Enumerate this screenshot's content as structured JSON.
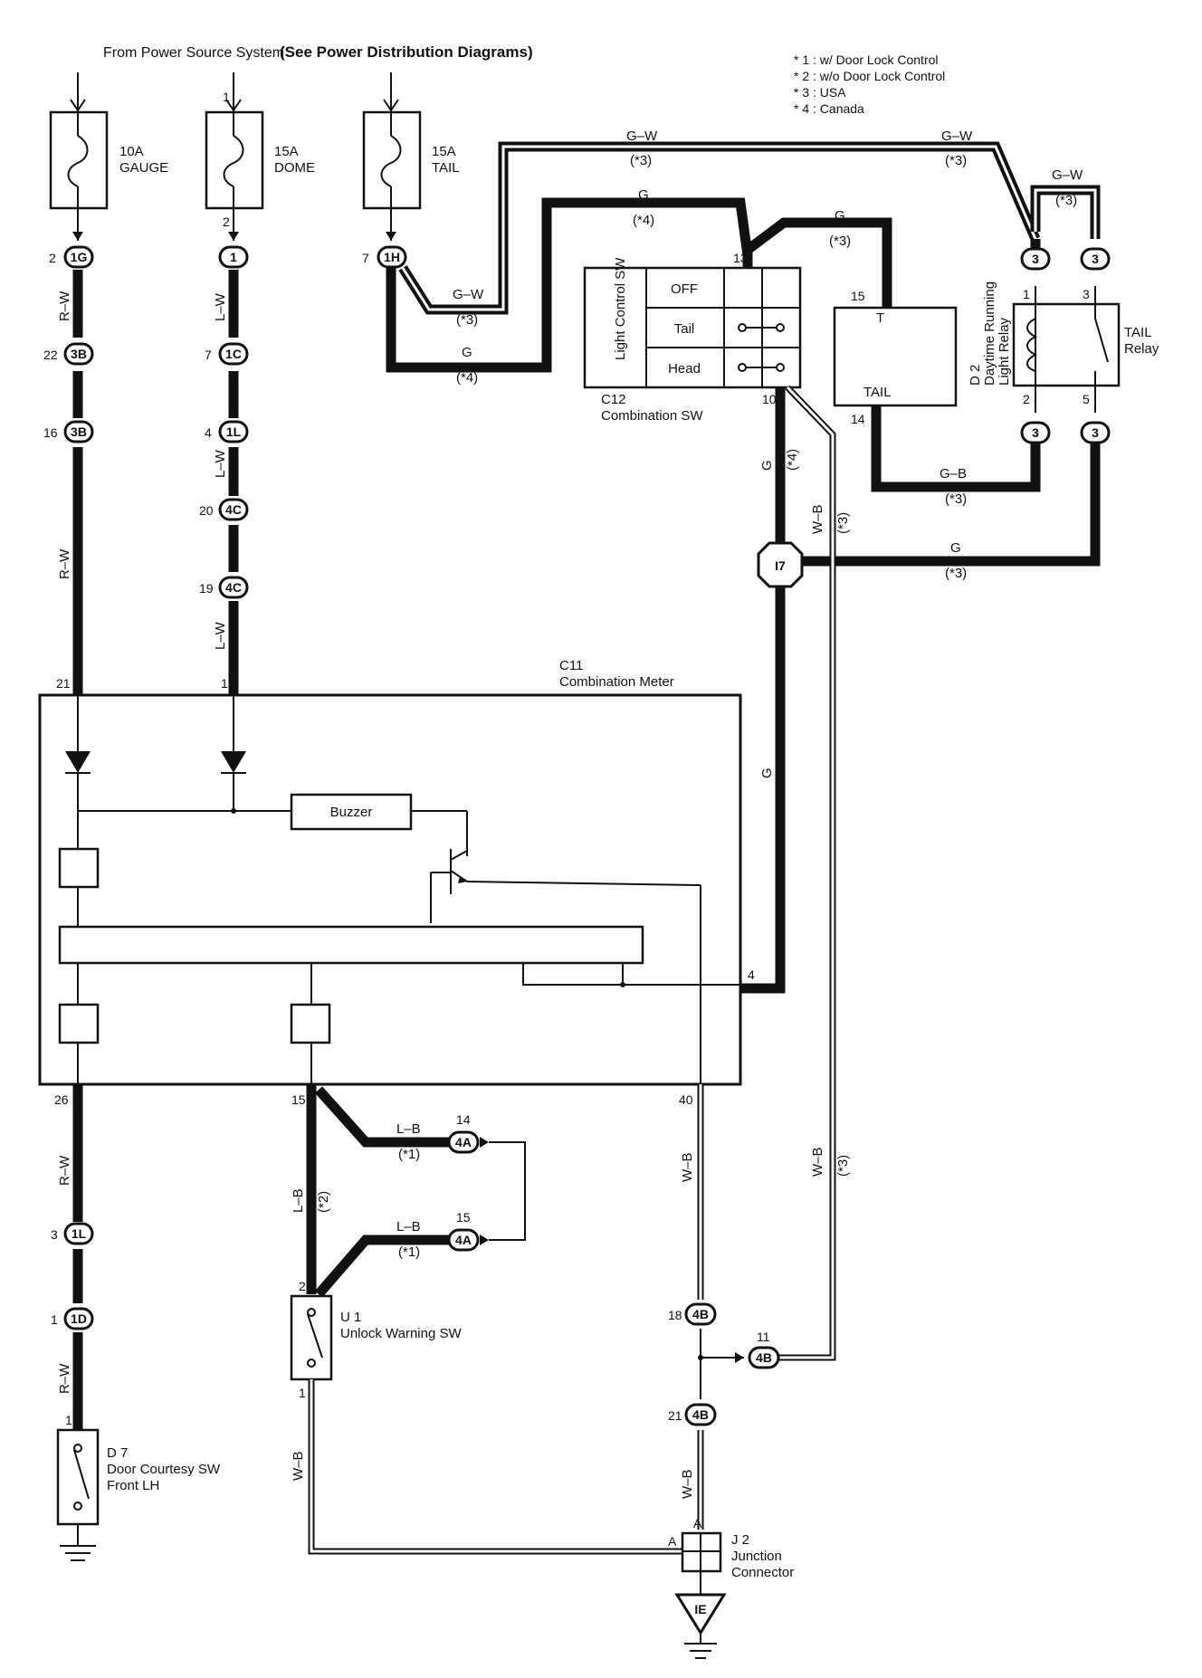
{
  "header": {
    "source_prefix": "From Power Source System",
    "source_ref": "(See Power Distribution Diagrams)"
  },
  "notes": [
    "* 1 : w/ Door Lock Control",
    "* 2 : w/o Door Lock Control",
    "* 3 : USA",
    "* 4 : Canada"
  ],
  "fuses": {
    "gauge": {
      "rating": "10A",
      "name": "GAUGE"
    },
    "dome": {
      "rating": "15A",
      "name": "DOME"
    },
    "tail": {
      "rating": "15A",
      "name": "TAIL"
    }
  },
  "connectors": {
    "1G": "1G",
    "1": "1",
    "1H": "1H",
    "3B": "3B",
    "1C": "1C",
    "1L": "1L",
    "4C": "4C",
    "3": "3",
    "I7": "I7",
    "JL": "1L",
    "ID": "1D",
    "4A": "4A",
    "4B": "4B",
    "IE": "IE"
  },
  "wires": {
    "rw": "R–W",
    "lw": "L–W",
    "gw": "G–W",
    "g": "G",
    "gb": "G–B",
    "wb": "W–B",
    "lb": "L–B",
    "n1": "(*1)",
    "n2": "(*2)",
    "n3": "(*3)",
    "n4": "(*4)"
  },
  "pins": {
    "p1": "1",
    "p2": "2",
    "p3": "3",
    "p4": "4",
    "p5": "5",
    "p7": "7",
    "p10": "10",
    "p11": "11",
    "p13": "13",
    "p14": "14",
    "p15": "15",
    "p16": "16",
    "p18": "18",
    "p19": "19",
    "p20": "20",
    "p21": "21",
    "p22": "22",
    "p26": "26",
    "p40": "40",
    "pA": "A"
  },
  "components": {
    "c12_code": "C12",
    "c12_name": "Combination SW",
    "c12_side": "Light Control SW",
    "switch_rows": [
      "OFF",
      "Tail",
      "Head"
    ],
    "tail_terminal": "T",
    "tail_label": "TAIL",
    "d2_code": "D 2",
    "d2_name_1": "Daytime Running",
    "d2_name_2": "Light Relay",
    "tail_relay_1": "TAIL",
    "tail_relay_2": "Relay",
    "c11_code": "C11",
    "c11_name": "Combination Meter",
    "buzzer": "Buzzer",
    "u1_code": "U 1",
    "u1_name": "Unlock Warning SW",
    "d7_code": "D 7",
    "d7_name_1": "Door Courtesy SW",
    "d7_name_2": "Front LH",
    "j2_code": "J 2",
    "j2_name_1": "Junction",
    "j2_name_2": "Connector"
  }
}
